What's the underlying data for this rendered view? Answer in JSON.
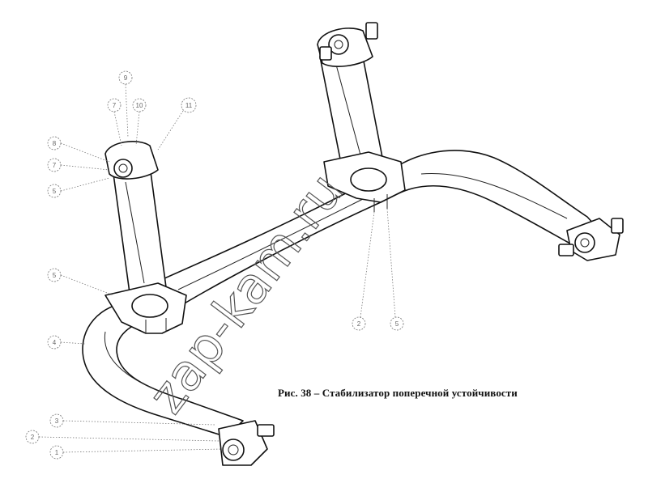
{
  "caption": "Рис. 38 – Стабилизатор поперечной устойчивости",
  "watermark": "zap-kam.ru",
  "callouts": [
    "9",
    "7",
    "10",
    "11",
    "8",
    "7",
    "5",
    "5",
    "4",
    "3",
    "2",
    "1",
    "2",
    "5"
  ]
}
